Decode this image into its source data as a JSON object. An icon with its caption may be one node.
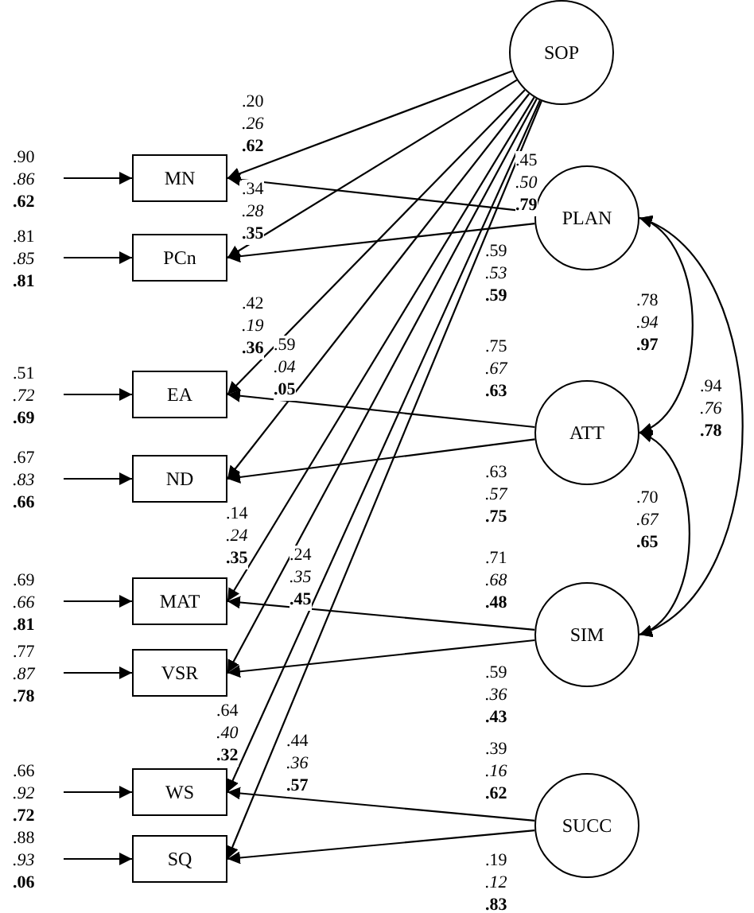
{
  "diagram": {
    "nodes": [
      {
        "text": [
          "SOP"
        ]
      },
      {
        "text": [
          "MN"
        ]
      },
      {
        "text": [
          "PLAN"
        ]
      },
      {
        "text": [
          "PCn"
        ]
      },
      {
        "text": [
          "EA"
        ]
      },
      {
        "text": [
          "ATT"
        ]
      },
      {
        "text": [
          "ND"
        ]
      },
      {
        "text": [
          "MAT"
        ]
      },
      {
        "text": [
          "SIM"
        ]
      },
      {
        "text": [
          "VSR"
        ]
      },
      {
        "text": [
          "WS"
        ]
      },
      {
        "text": [
          "SUCC"
        ]
      },
      {
        "text": [
          "SQ"
        ]
      }
    ],
    "edges": [
      {
        "from": null,
        "to": 1,
        "arrow": "to"
      },
      {
        "from": null,
        "to": 3,
        "arrow": "to"
      },
      {
        "from": null,
        "to": 4,
        "arrow": "to"
      },
      {
        "from": null,
        "to": 6,
        "arrow": "to"
      },
      {
        "from": null,
        "to": 7,
        "arrow": "to"
      },
      {
        "from": null,
        "to": 9,
        "arrow": "to"
      },
      {
        "from": null,
        "to": 10,
        "arrow": "to"
      },
      {
        "from": null,
        "to": 12,
        "arrow": "to"
      },
      {
        "from": 0,
        "to": 1,
        "arrow": "to"
      },
      {
        "from": 0,
        "to": 3,
        "arrow": "to"
      },
      {
        "from": 0,
        "to": 4,
        "arrow": "to"
      },
      {
        "from": 0,
        "to": 6,
        "arrow": "to"
      },
      {
        "from": 0,
        "to": 7,
        "arrow": "to"
      },
      {
        "from": 0,
        "to": 9,
        "arrow": "to"
      },
      {
        "from": 0,
        "to": 10,
        "arrow": "to"
      },
      {
        "from": 0,
        "to": 12,
        "arrow": "to"
      },
      {
        "from": 2,
        "to": 1,
        "arrow": "to"
      },
      {
        "from": 2,
        "to": 3,
        "arrow": "to"
      },
      {
        "from": 5,
        "to": 4,
        "arrow": "to"
      },
      {
        "from": 5,
        "to": 6,
        "arrow": "to"
      },
      {
        "from": 8,
        "to": 7,
        "arrow": "to"
      },
      {
        "from": 8,
        "to": 9,
        "arrow": "to"
      },
      {
        "from": 11,
        "to": 10,
        "arrow": "to"
      },
      {
        "from": 11,
        "to": 12,
        "arrow": "to"
      },
      {
        "from": 2,
        "to": 5,
        "arrow": "both"
      },
      {
        "from": 2,
        "to": 8,
        "arrow": "both"
      },
      {
        "from": 5,
        "to": 8,
        "arrow": "both"
      }
    ],
    "labels": [
      ".90",
      ".86",
      ".62",
      ".81",
      ".85",
      ".81",
      ".51",
      ".72",
      ".69",
      ".67",
      ".83",
      ".66",
      ".69",
      ".66",
      ".81",
      ".77",
      ".87",
      ".78",
      ".66",
      ".92",
      ".72",
      ".88",
      ".93",
      ".06",
      ".20",
      ".26",
      ".62",
      ".34",
      ".28",
      ".35",
      ".42",
      ".19",
      ".36",
      ".59",
      ".04",
      ".05",
      ".14",
      ".24",
      ".35",
      ".24",
      ".35",
      ".45",
      ".64",
      ".40",
      ".32",
      ".44",
      ".36",
      ".57",
      ".45",
      ".50",
      ".79",
      ".59",
      ".53",
      ".59",
      ".75",
      ".67",
      ".63",
      ".63",
      ".57",
      ".75",
      ".71",
      ".68",
      ".48",
      ".59",
      ".36",
      ".43",
      ".39",
      ".16",
      ".62",
      ".19",
      ".12",
      ".83",
      ".78",
      ".94",
      ".97",
      ".94",
      ".76",
      ".78",
      ".70",
      ".67",
      ".65"
    ]
  }
}
